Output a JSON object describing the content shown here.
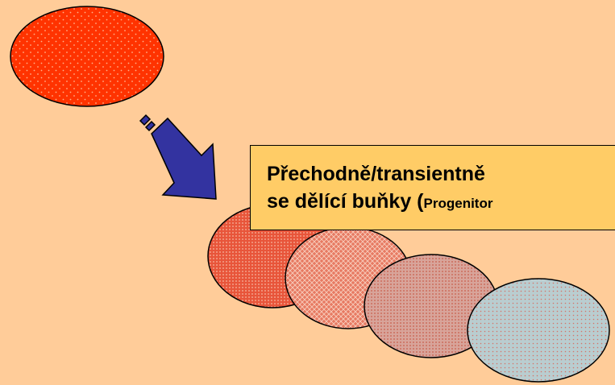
{
  "colors": {
    "background": "#FFCC99",
    "label_fill": "#FFCC66",
    "stem_cell": "#FF3300",
    "progenitor_1": "#E8553A",
    "progenitor_2": "#E77A62",
    "progenitor_3": "#D8A49A",
    "progenitor_4": "#B9CDD0",
    "arrow_fill": "#3333A0",
    "arrow_outline": "#000000"
  },
  "icons": {
    "arrow": "arrow-down-right-icon"
  },
  "label": {
    "line1": "Přechodně/transientně",
    "line2": "se dělící buňky (",
    "line2_small": "Progenitor"
  }
}
